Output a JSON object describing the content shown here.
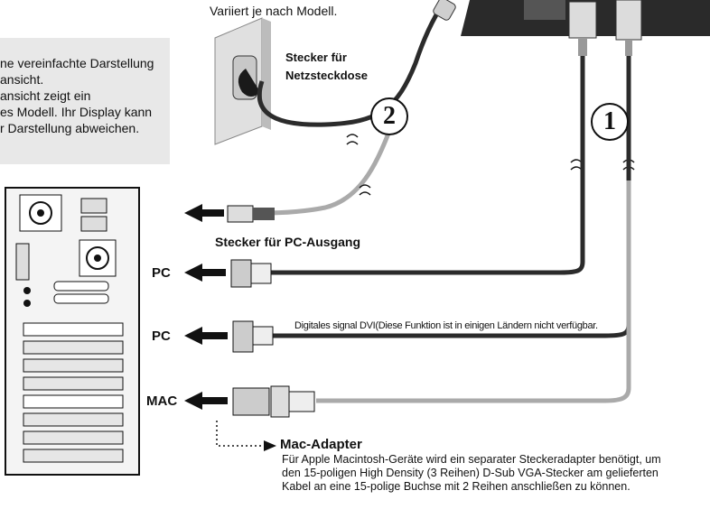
{
  "top_note": "Variiert je nach Modell.",
  "plug_label": {
    "line1": "Stecker für",
    "line2": "Netzsteckdose"
  },
  "side_note": [
    "ne vereinfachte Darstellung",
    "ansicht.",
    "ansicht zeigt ein",
    "es Modell. Ihr Display kann",
    "r Darstellung abweichen."
  ],
  "callouts": {
    "one": "1",
    "two": "2"
  },
  "pc_output_label": "Stecker für PC-Ausgang",
  "ports": {
    "pc1": "PC",
    "pc2": "PC",
    "mac": "MAC"
  },
  "dvi_note": "Digitales signal DVI(Diese Funktion ist in einigen Ländern nicht verfügbar.",
  "mac_adapter": {
    "title": "Mac-Adapter",
    "lines": [
      "Für Apple Macintosh-Geräte wird ein separater Steckeradapter benötigt, um",
      "den 15-poligen High Density (3 Reihen) D-Sub VGA-Stecker am gelieferten",
      "Kabel an eine 15-polige Buchse mit 2 Reihen anschließen zu können."
    ]
  },
  "colors": {
    "note_bg": "#e8e8e8",
    "cable_dark": "#2b2b2b",
    "cable_light": "#aaaaaa"
  }
}
